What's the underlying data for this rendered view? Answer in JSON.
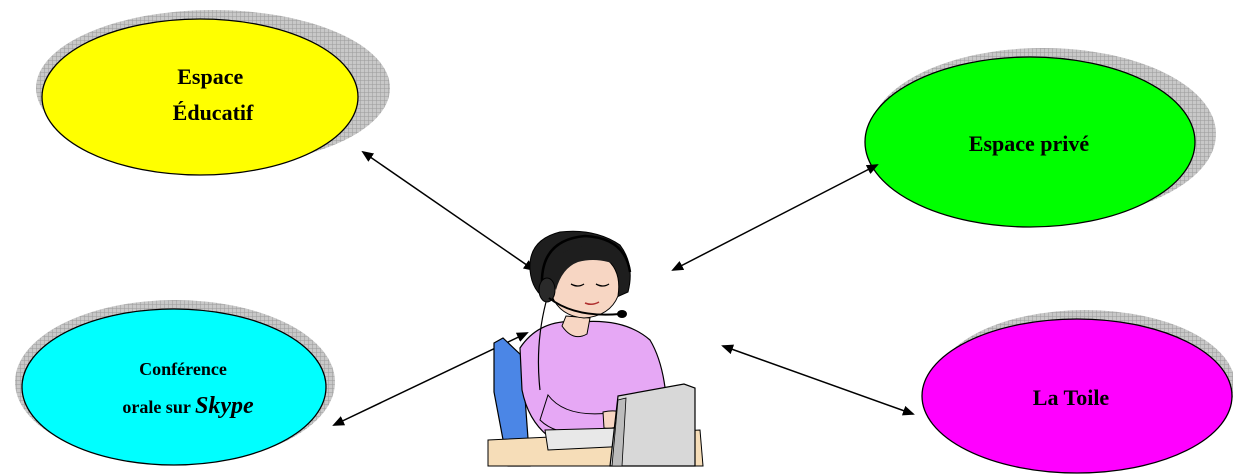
{
  "nodes": {
    "educatif": {
      "lines": [
        "Espace",
        "Éducatif"
      ]
    },
    "prive": {
      "lines": [
        "Espace privé"
      ]
    },
    "conference": {
      "line1": "Conférence",
      "line2_prefix": "orale sur ",
      "line2_emph": "Skype"
    },
    "toile": {
      "lines": [
        "La Toile"
      ]
    }
  },
  "colors": {
    "educatif": "#ffff00",
    "prive": "#00ff00",
    "conference": "#00ffff",
    "toile": "#ff00ff",
    "shadow": "#b4b4b4",
    "outline": "#000000",
    "arrow": "#000000"
  },
  "center": {
    "icon": "person-with-headset-at-computer-icon"
  }
}
